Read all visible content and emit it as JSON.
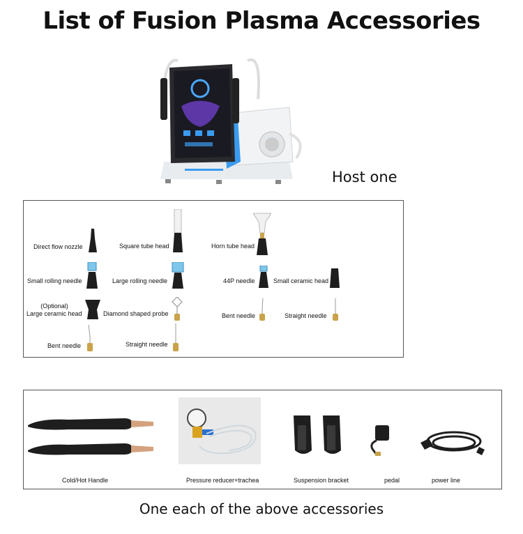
{
  "title": "List of Fusion Plasma Accessories",
  "host_label": "Host one",
  "colors": {
    "accent": "#3a9bf0",
    "handle": "#1e1e1e",
    "gold": "#c9a24a"
  },
  "tips": {
    "direct_flow_nozzle": "Direct flow nozzle",
    "square_tube_head": "Square tube head",
    "horn_tube_head": "Horn tube head",
    "small_rolling_needle": "Small rolling needle",
    "large_rolling_needle": "Large rolling needle",
    "p44_needle": "44P needle",
    "small_ceramic_head": "Small ceramic head",
    "large_ceramic_optional": "(Optional)",
    "large_ceramic_head": "Large ceramic head",
    "diamond_probe": "Diamond shaped probe",
    "bent_needle_a": "Bent needle",
    "straight_needle_a": "Straight needle",
    "bent_needle_b": "Bent needle",
    "straight_needle_b": "Straight needle"
  },
  "accessories": {
    "handle": "Cold/Hot Handle",
    "reducer": "Pressure reducer+trachea",
    "bracket": "Suspension bracket",
    "pedal": "pedal",
    "power": "power line"
  },
  "footer": "One each of the above accessories"
}
